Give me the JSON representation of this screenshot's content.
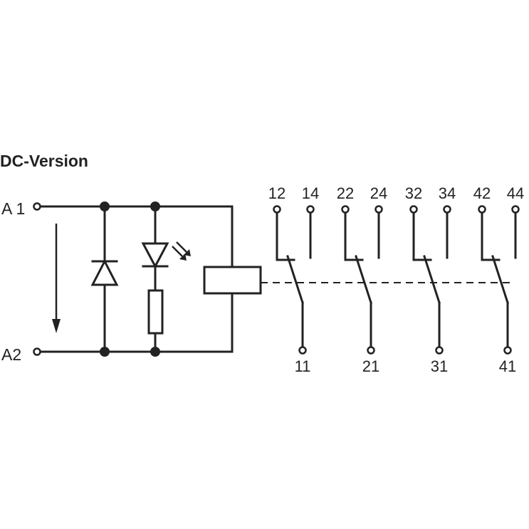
{
  "title": "DC-Version",
  "terminals": {
    "a1": "A 1",
    "a2": "A2"
  },
  "contacts": [
    {
      "nc": "12",
      "no": "14",
      "com": "11"
    },
    {
      "nc": "22",
      "no": "24",
      "com": "21"
    },
    {
      "nc": "32",
      "no": "34",
      "com": "31"
    },
    {
      "nc": "42",
      "no": "44",
      "com": "41"
    }
  ]
}
